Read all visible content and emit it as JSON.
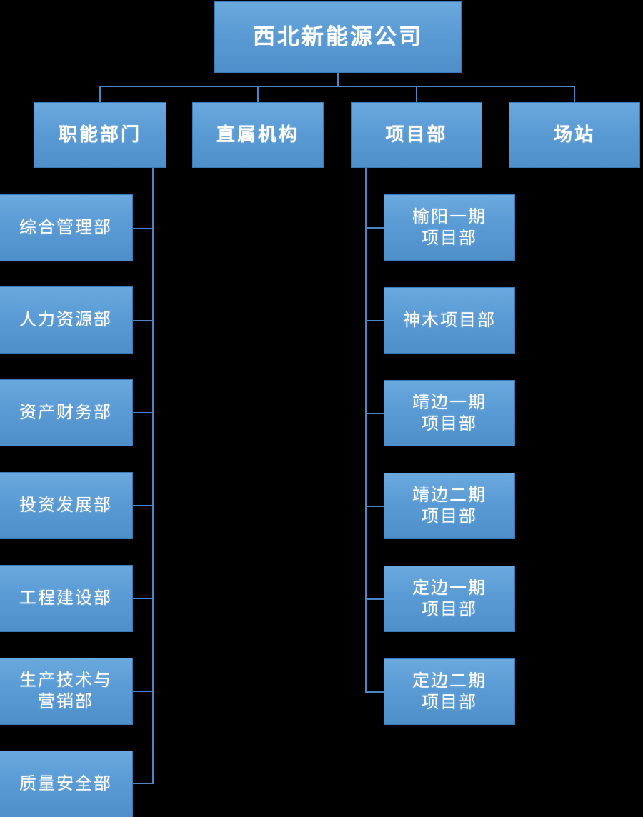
{
  "diagram": {
    "title_node": "西北新能源公司",
    "type": "organization-chart",
    "background_color": "#000000",
    "node_color": "#5b9bd5",
    "connector_color": "#4a86c5",
    "text_color": "#ffffff",
    "level2": [
      {
        "label": "职能部门"
      },
      {
        "label": "直属机构"
      },
      {
        "label": "项目部"
      },
      {
        "label": "场站"
      }
    ],
    "functional_departments": [
      {
        "label": "综合管理部"
      },
      {
        "label": "人力资源部"
      },
      {
        "label": "资产财务部"
      },
      {
        "label": "投资发展部"
      },
      {
        "label": "工程建设部"
      },
      {
        "label": "生产技术与\n营销部"
      },
      {
        "label": "质量安全部"
      }
    ],
    "project_departments": [
      {
        "label": "榆阳一期\n项目部"
      },
      {
        "label": "神木项目部"
      },
      {
        "label": "靖边一期\n项目部"
      },
      {
        "label": "靖边二期\n项目部"
      },
      {
        "label": "定边一期\n项目部"
      },
      {
        "label": "定边二期\n项目部"
      }
    ],
    "direct_institutions": [],
    "stations": []
  }
}
